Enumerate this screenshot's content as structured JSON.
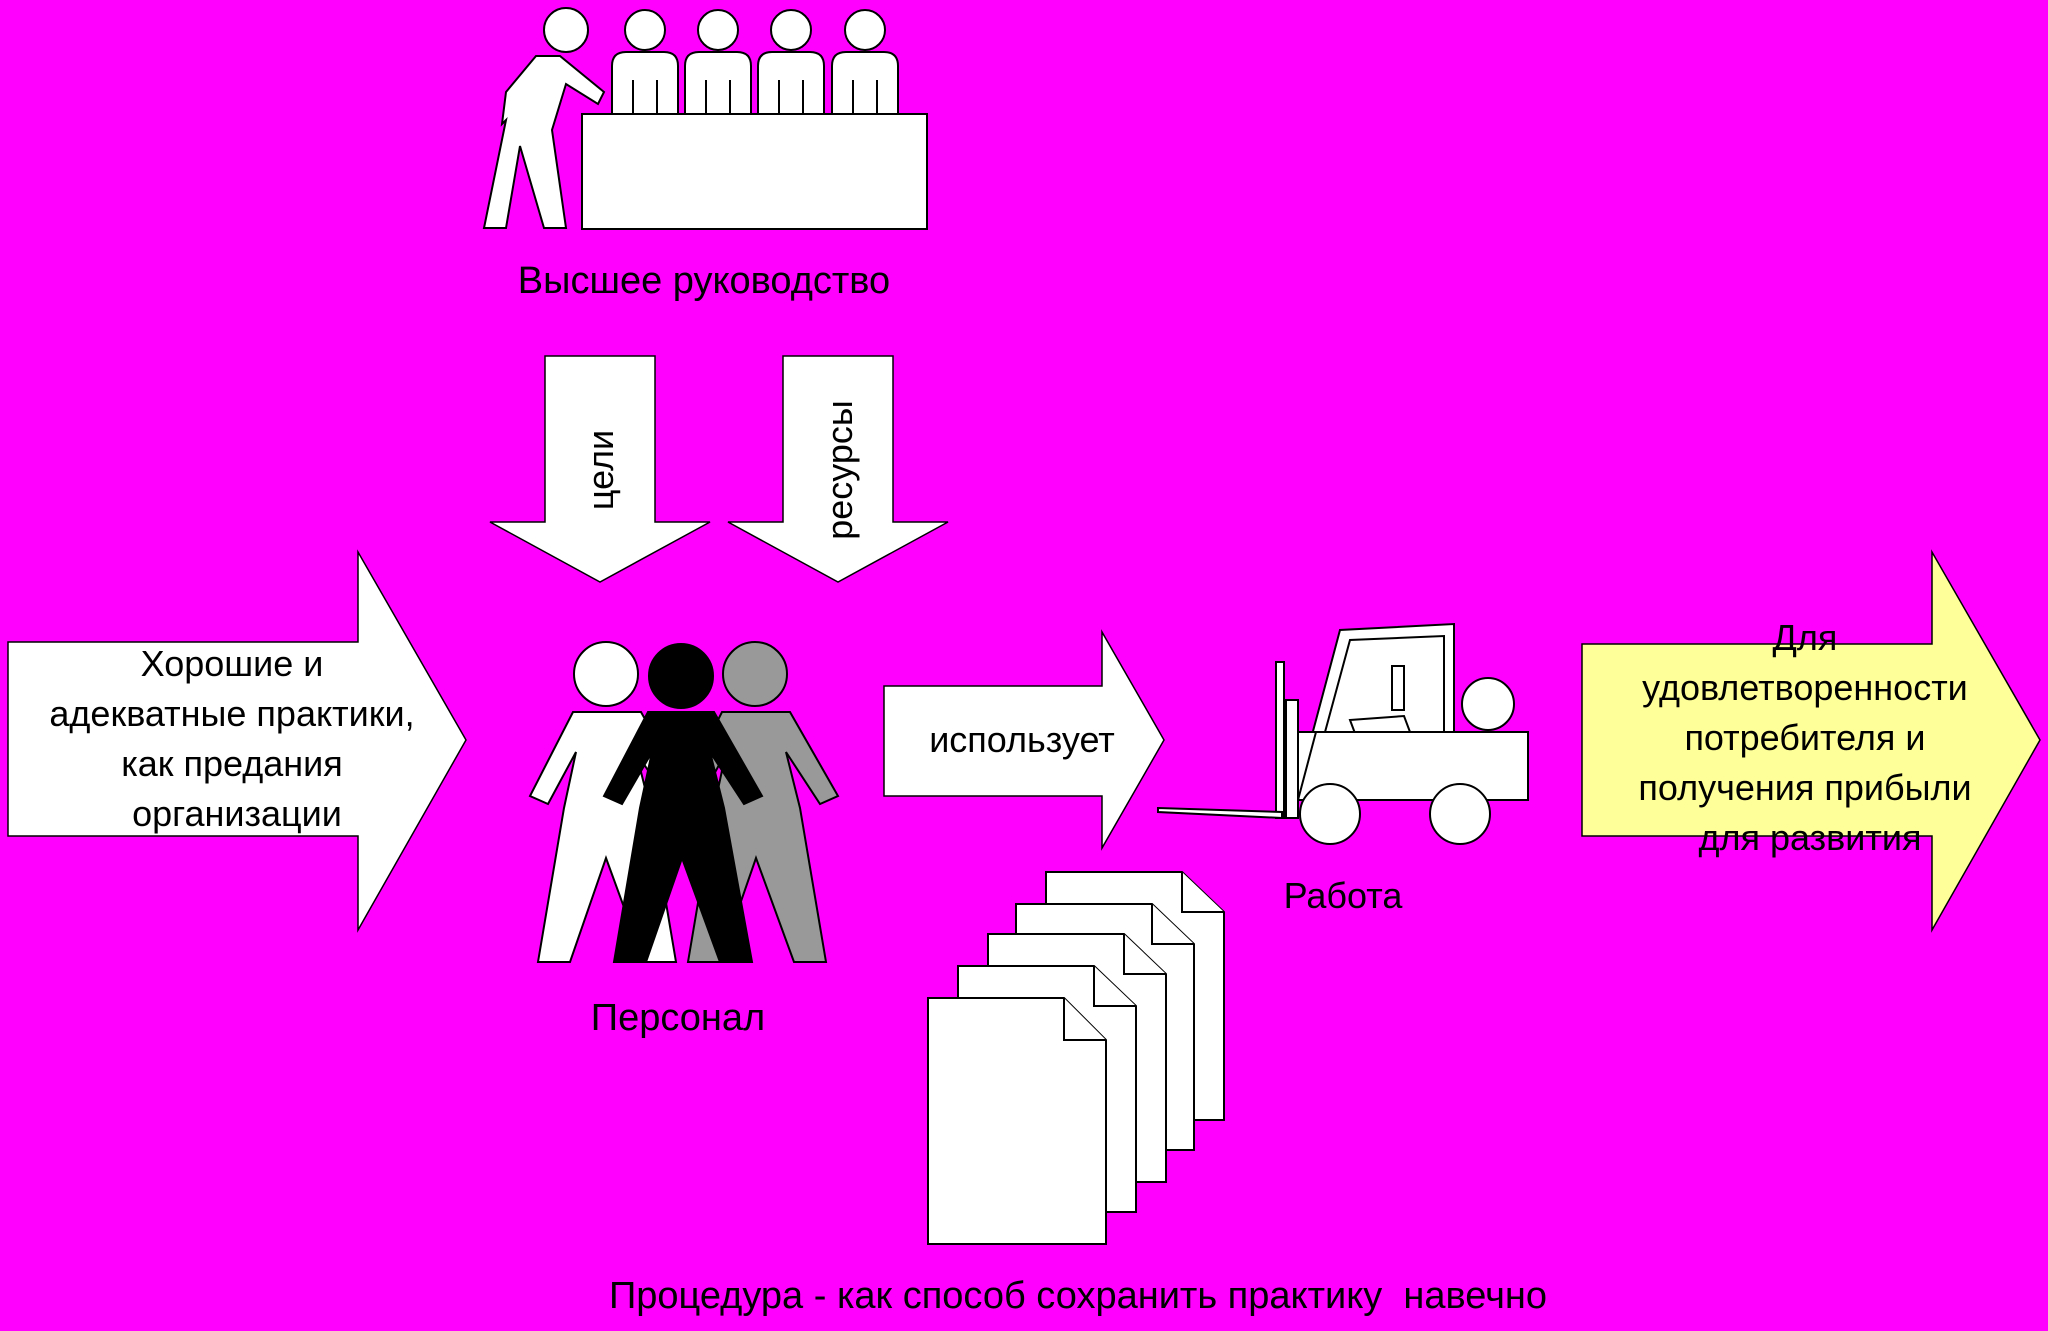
{
  "background_color": "#ff00ff",
  "shape_fill": "#ffffff",
  "highlight_fill": "#ffff99",
  "person_colors": [
    "#ffffff",
    "#000000",
    "#999999"
  ],
  "top_management": {
    "label": "Высшее руководство",
    "icon": "board-meeting-icon"
  },
  "goals_arrow": {
    "label": "цели"
  },
  "resources_arrow": {
    "label": "ресурсы"
  },
  "practices_arrow": {
    "lines": [
      "Хорошие и",
      "адекватные практики,",
      "как предания",
      "организации"
    ]
  },
  "staff": {
    "label": "Персонал",
    "icon": "people-group-icon"
  },
  "uses_arrow": {
    "label": "использует"
  },
  "work": {
    "label": "Работа",
    "icon": "forklift-icon"
  },
  "documents": {
    "icon": "document-stack-icon"
  },
  "outcome_arrow": {
    "lines": [
      "Для",
      "удовлетворенности",
      "потребителя и",
      "получения прибыли",
      "для развития"
    ]
  },
  "procedure_caption": {
    "label": "Процедура - как способ сохранить практику  навечно"
  }
}
